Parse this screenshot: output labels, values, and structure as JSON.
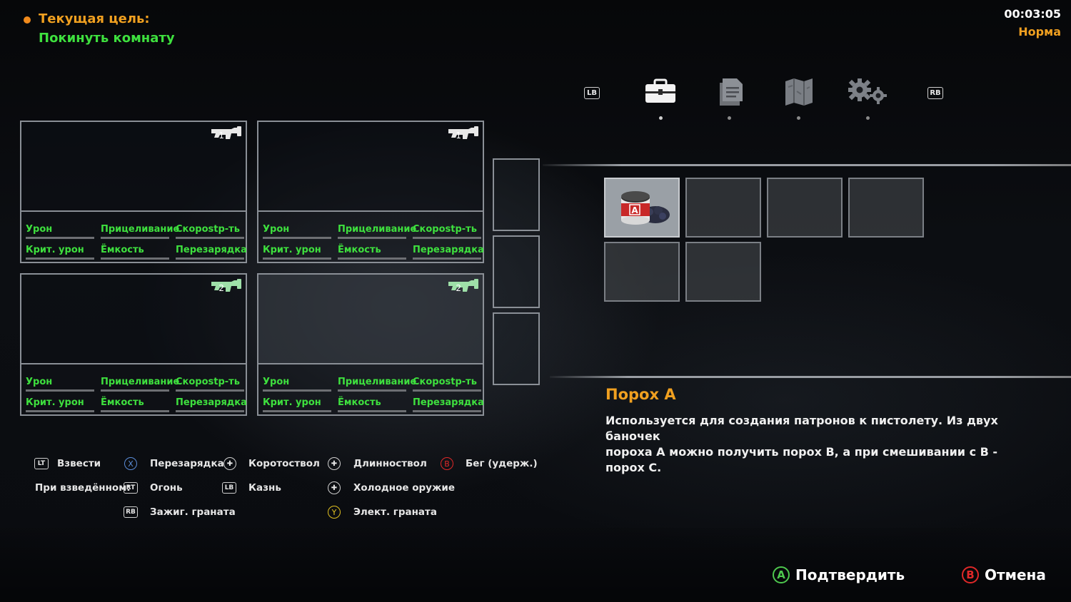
{
  "objective": {
    "title": "Текущая цель:",
    "text": "Покинуть комнату"
  },
  "status": {
    "timer": "00:03:05",
    "difficulty": "Норма"
  },
  "weapon_slots": [
    {
      "number": "1",
      "stats": {
        "damage": "Урон",
        "aim": "Прицеливание",
        "rate": "Скорostр-ть",
        "crit": "Крит. урон",
        "capacity": "Ёмкость",
        "reload": "Перезарядка"
      }
    },
    {
      "number": "1",
      "stats": {
        "damage": "Урон",
        "aim": "Прицеливание",
        "rate": "Скорostр-ть",
        "crit": "Крит. урон",
        "capacity": "Ёмкость",
        "reload": "Перезарядка"
      }
    },
    {
      "number": "2",
      "stats": {
        "damage": "Урон",
        "aim": "Прицеливание",
        "rate": "Скорostр-ть",
        "crit": "Крит. урон",
        "capacity": "Ёмкость",
        "reload": "Перезарядка"
      }
    },
    {
      "number": "2",
      "stats": {
        "damage": "Урон",
        "aim": "Прицеливание",
        "rate": "Скорostр-ть",
        "crit": "Крит. урон",
        "capacity": "Ёмкость",
        "reload": "Перезарядка"
      }
    }
  ],
  "tabs": {
    "left_button": "LB",
    "right_button": "RB",
    "items": [
      "briefcase-icon",
      "documents-icon",
      "map-icon",
      "settings-gears-icon"
    ],
    "active_index": 0
  },
  "inventory": {
    "slots": [
      {
        "item": "Порох A",
        "badge": "A",
        "selected": true
      },
      {
        "item": ""
      },
      {
        "item": ""
      },
      {
        "item": ""
      },
      {
        "item": ""
      },
      {
        "item": ""
      }
    ]
  },
  "item_detail": {
    "name": "Порох А",
    "description_line1": "Используется для создания патронов к пистолету. Из двух баночек",
    "description_line2": "пороха А можно получить порох B, а при смешивании с B - порох C."
  },
  "controls": {
    "aim_btn": "LT",
    "aim": "Взвести",
    "reload_btn": "X",
    "reload": "Перезарядка",
    "short_barrel": "Коротоствол",
    "long_barrel": "Длинноствол",
    "run_btn": "B",
    "run": "Бег (удерж.)",
    "when_aimed": "При взведённом:",
    "fire_btn": "RT",
    "fire": "Огонь",
    "execute_btn": "LB",
    "execute": "Казнь",
    "melee": "Холодное оружие",
    "incendiary_btn": "RB",
    "incendiary": "Зажиг. граната",
    "electric_btn": "Y",
    "electric": "Элект. граната"
  },
  "footer": {
    "confirm_btn": "A",
    "confirm": "Подтвердить",
    "cancel_btn": "B",
    "cancel": "Отмена"
  },
  "colors": {
    "accent_orange": "#f0a020",
    "accent_green": "#3ee03e",
    "cancel_red": "#e02828",
    "confirm_green": "#4ec84e"
  }
}
